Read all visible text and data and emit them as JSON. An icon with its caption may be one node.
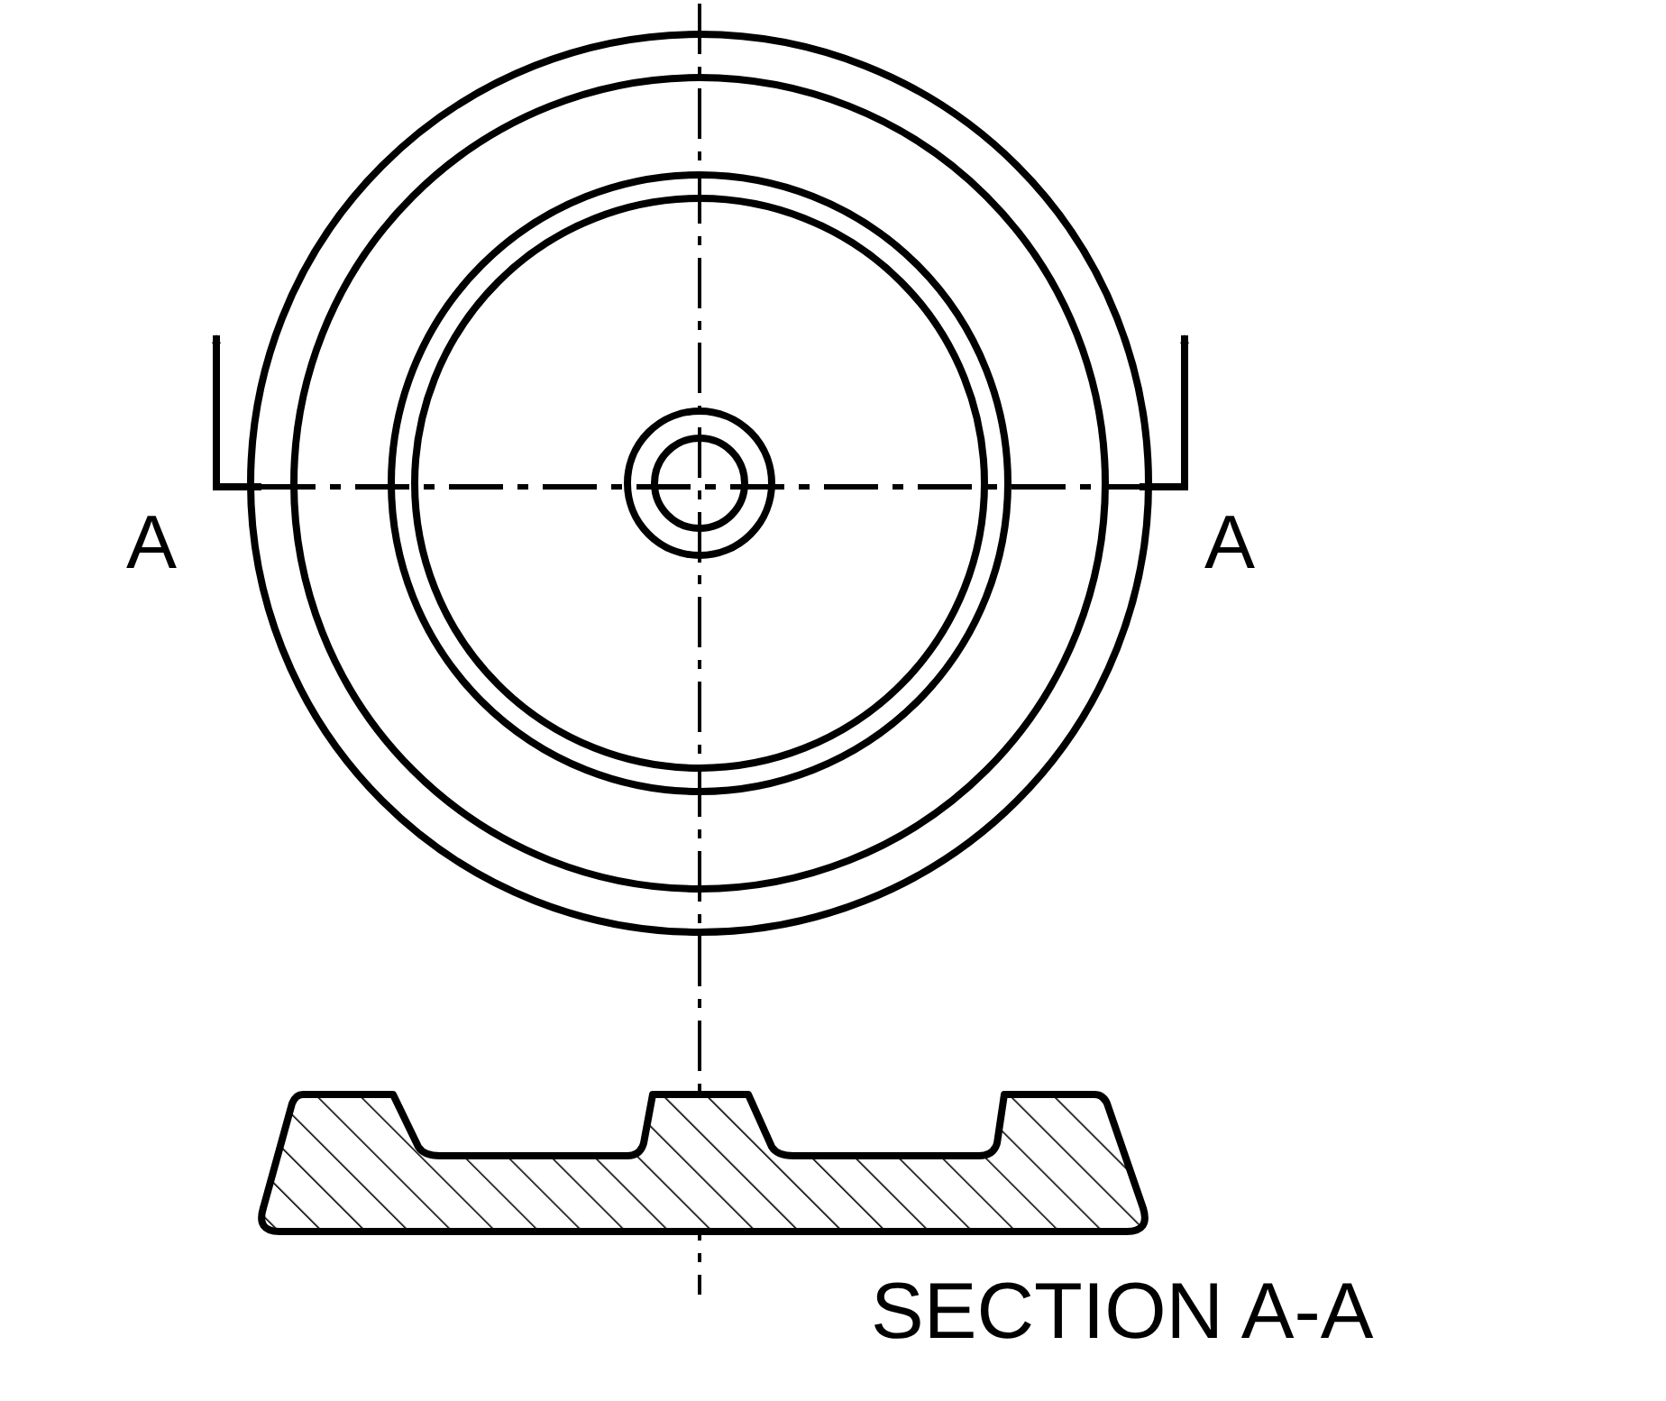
{
  "diagram": {
    "labels": [
      "A",
      "A",
      "SECTION A-A"
    ]
  }
}
